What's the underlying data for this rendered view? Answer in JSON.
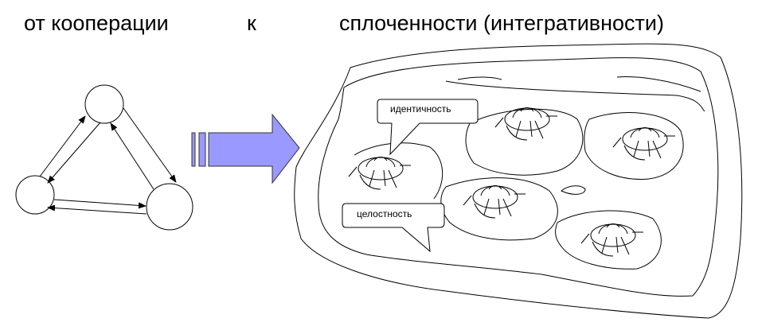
{
  "titles": {
    "from": "от кооперации",
    "to_word": "к",
    "target": "сплоченности (интегративности)"
  },
  "callouts": {
    "identity": "идентичность",
    "integrity": "целостность"
  },
  "colors": {
    "arrow_fill": "#9999ff",
    "stroke": "#000000"
  }
}
